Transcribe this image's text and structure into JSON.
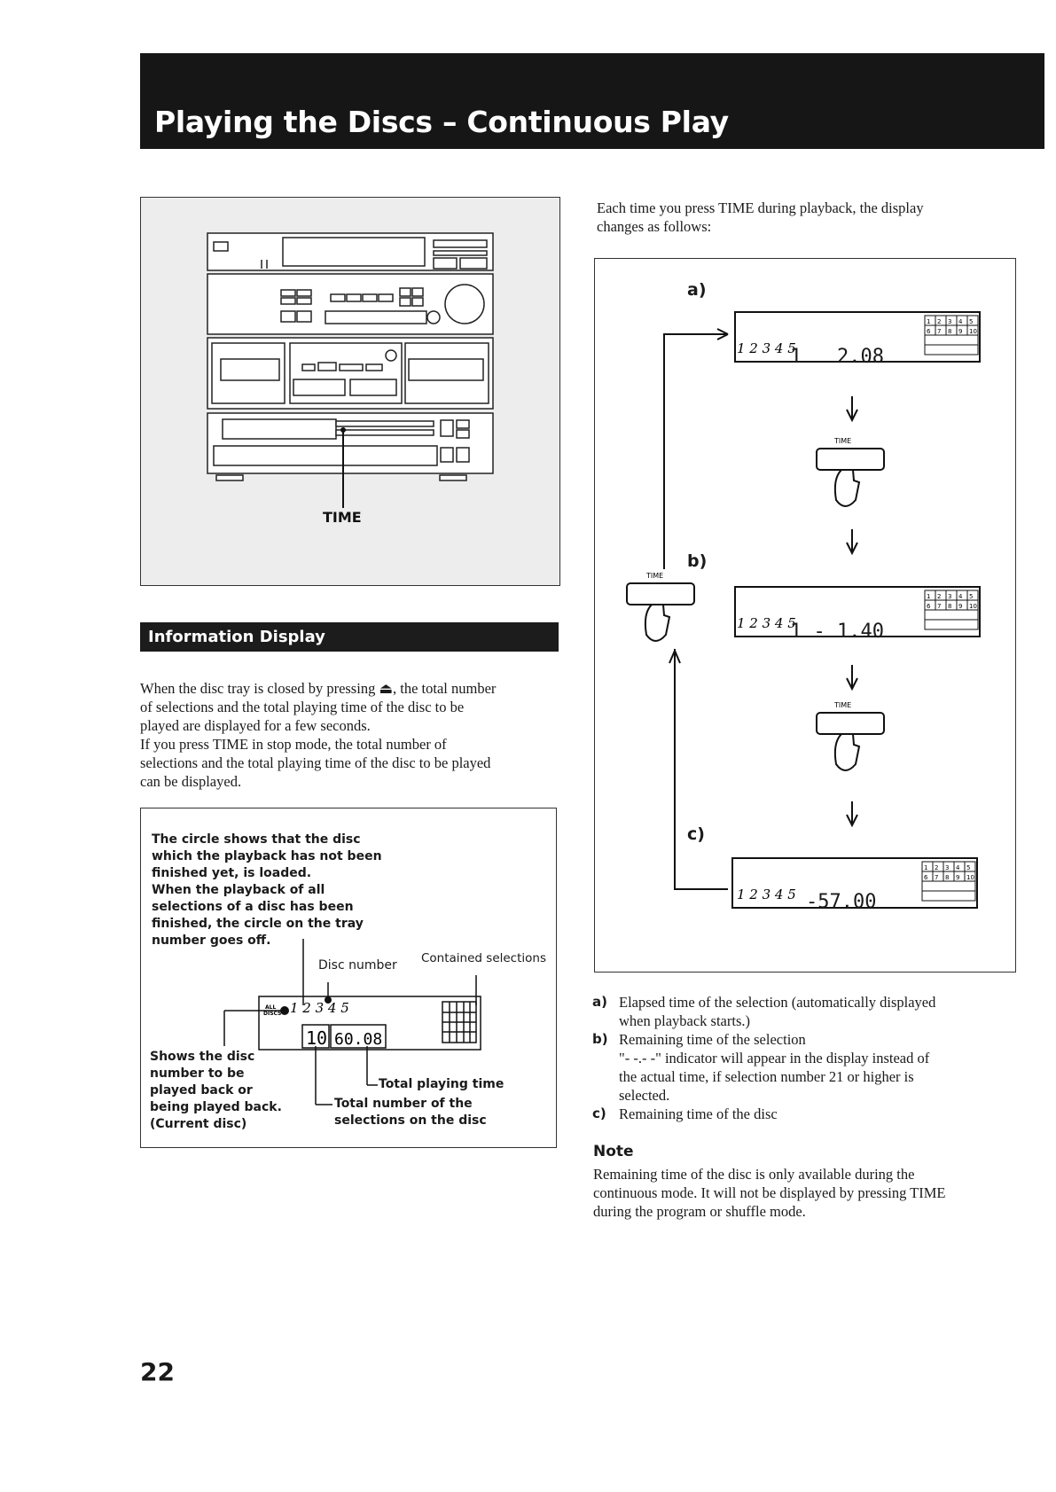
{
  "header": {
    "title": "Playing the Discs – Continuous Play"
  },
  "stereo_figure": {
    "time_label": "TIME"
  },
  "info_section": {
    "heading": "Information Display",
    "paragraph": [
      "When the disc tray is closed by pressing ⏏, the total number",
      "of selections and the total playing time of the disc to be",
      "played are displayed for a few seconds.",
      "If you press TIME in stop mode, the total number of",
      "selections and the total playing time of the disc to be played",
      "can be displayed."
    ]
  },
  "info_diagram": {
    "circle_note": [
      "The circle shows that the disc",
      "which the playback has not been",
      "finished yet, is loaded.",
      "When the playback of all",
      "selections of a disc has been",
      "finished, the circle on the tray",
      "number goes off."
    ],
    "disc_number_label": "Disc number",
    "contained_selections_label": "Contained selections",
    "current_disc_label": [
      "Shows the disc",
      "number to be",
      "played back or",
      "being played back.",
      "(Current disc)"
    ],
    "total_playing_time_label": "Total playing time",
    "total_selections_label": [
      "Total number of the",
      "selections on the disc"
    ],
    "display": {
      "all_discs": [
        "ALL",
        "DISCS"
      ],
      "digits_left": "10",
      "digits_right": "60.08"
    }
  },
  "right_column": {
    "intro": [
      "Each time you press TIME during playback, the display",
      "changes as follows:"
    ],
    "sequence": [
      {
        "label": "a)",
        "readout": "1   2.08"
      },
      {
        "label": "b)",
        "readout": "1 - 1.40"
      },
      {
        "label": "c)",
        "readout": "-57.00"
      }
    ],
    "time_button_label": "TIME",
    "grid_numbers": [
      "1",
      "2",
      "3",
      "4",
      "5",
      "6",
      "7",
      "8",
      "9",
      "10"
    ],
    "list": [
      {
        "key": "a)",
        "lines": [
          "Elapsed time of the selection (automatically displayed",
          "when playback starts.)"
        ]
      },
      {
        "key": "b)",
        "lines": [
          "Remaining time of the selection",
          "\"- -.- -\" indicator will appear in the display instead of",
          "the actual time, if selection number 21 or higher is",
          "selected."
        ]
      },
      {
        "key": "c)",
        "lines": [
          "Remaining time of the disc"
        ]
      }
    ],
    "note_heading": "Note",
    "note_text": [
      "Remaining time of the disc is only available during the",
      "continuous mode. It will not be displayed by pressing TIME",
      "during the program or shuffle mode."
    ]
  },
  "page_number": "22"
}
